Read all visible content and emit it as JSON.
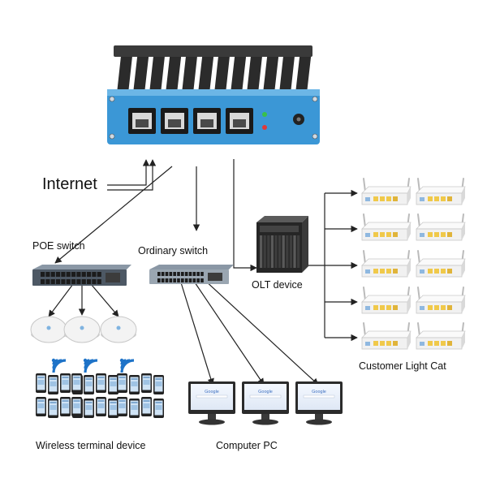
{
  "labels": {
    "internet": "Internet",
    "poe_switch": "POE switch",
    "ordinary_switch": "Ordinary switch",
    "olt_device": "OLT device",
    "customer_light_cat": "Customer Light Cat",
    "wireless_terminal_device": "Wireless terminal device",
    "computer_pc": "Computer PC"
  },
  "screen_brand": "Google",
  "counts": {
    "router_ports": 4,
    "access_points": 3,
    "monitors": 3,
    "optical_modems": 10,
    "phones_per_group": 8
  },
  "colors": {
    "router_body": "#3b97d6",
    "heatsink": "#2b2b2b",
    "line": "#222222",
    "wifi_signal": "#1e73c8",
    "led_green": "#39c04a",
    "led_red": "#e03a3a"
  },
  "icons": [
    "mini-pc-router-icon",
    "poe-switch-icon",
    "ordinary-switch-icon",
    "olt-chassis-icon",
    "access-point-icon",
    "wifi-signal-icon",
    "smartphone-icon",
    "monitor-icon",
    "optical-modem-icon"
  ]
}
